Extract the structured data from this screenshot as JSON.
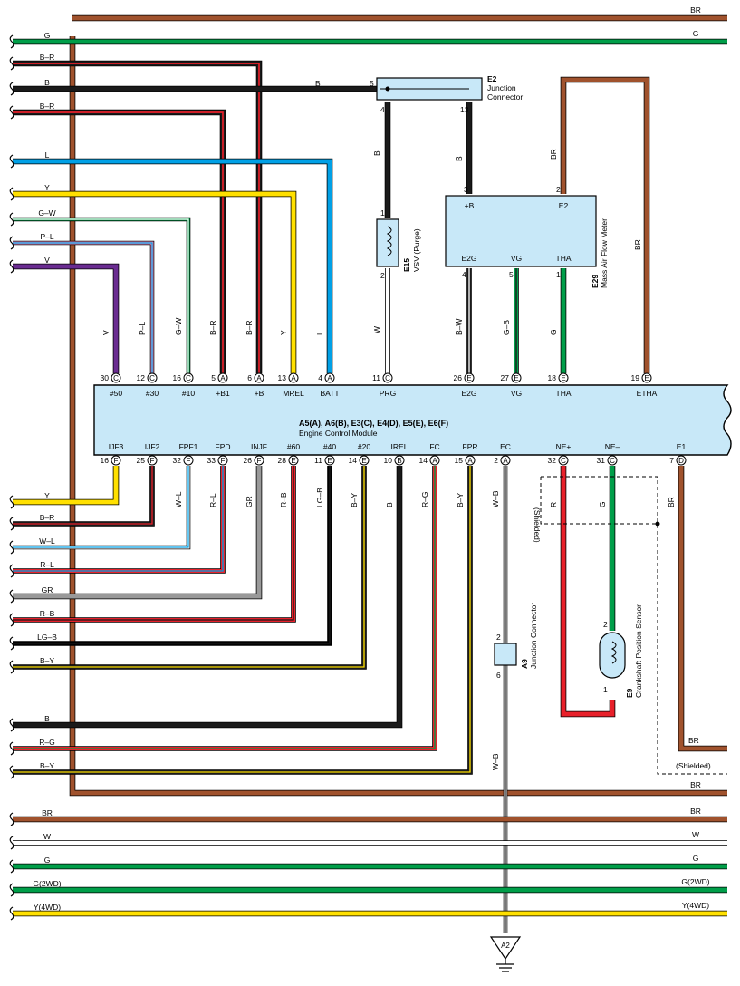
{
  "colors": {
    "BR": "#a0522d",
    "G": "#009e49",
    "B": "#1a1a1a",
    "L": "#00a0e6",
    "Y": "#ffe000",
    "V": "#6a2c91",
    "R": "#e8202a",
    "GR": "#999999",
    "W": "#ffffff",
    "P": "#f28fc0",
    "component": "#c8e8f8"
  },
  "ecm": {
    "name": "A5(A), A6(B), E3(C), E4(D), E5(E), E6(F)",
    "desc": "Engine Control Module",
    "top_pins": [
      {
        "num": "30",
        "c": "C",
        "term": "#50",
        "wire": "V"
      },
      {
        "num": "12",
        "c": "C",
        "term": "#30",
        "wire": "P–L"
      },
      {
        "num": "16",
        "c": "C",
        "term": "#10",
        "wire": "G–W"
      },
      {
        "num": "5",
        "c": "A",
        "term": "+B1",
        "wire": "B–R"
      },
      {
        "num": "6",
        "c": "A",
        "term": "+B",
        "wire": "B–R"
      },
      {
        "num": "13",
        "c": "A",
        "term": "MREL",
        "wire": "Y"
      },
      {
        "num": "4",
        "c": "A",
        "term": "BATT",
        "wire": "L"
      },
      {
        "num": "11",
        "c": "C",
        "term": "PRG",
        "wire": "W"
      },
      {
        "num": "26",
        "c": "E",
        "term": "E2G",
        "wire": "B–W"
      },
      {
        "num": "27",
        "c": "E",
        "term": "VG",
        "wire": "G–B"
      },
      {
        "num": "18",
        "c": "E",
        "term": "THA",
        "wire": "G"
      },
      {
        "num": "19",
        "c": "E",
        "term": "ETHA",
        "wire": "BR"
      }
    ],
    "bot_pins": [
      {
        "num": "16",
        "c": "F",
        "term": "IJF3",
        "wire": ""
      },
      {
        "num": "25",
        "c": "F",
        "term": "IJF2",
        "wire": ""
      },
      {
        "num": "32",
        "c": "F",
        "term": "FPF1",
        "wire": "W–L"
      },
      {
        "num": "33",
        "c": "F",
        "term": "FPD",
        "wire": "R–L"
      },
      {
        "num": "26",
        "c": "F",
        "term": "INJF",
        "wire": "GR"
      },
      {
        "num": "28",
        "c": "E",
        "term": "#60",
        "wire": "R–B"
      },
      {
        "num": "11",
        "c": "E",
        "term": "#40",
        "wire": "LG–B"
      },
      {
        "num": "14",
        "c": "E",
        "term": "#20",
        "wire": "B–Y"
      },
      {
        "num": "10",
        "c": "B",
        "term": "IREL",
        "wire": "B"
      },
      {
        "num": "14",
        "c": "A",
        "term": "FC",
        "wire": "R–G"
      },
      {
        "num": "15",
        "c": "A",
        "term": "FPR",
        "wire": "B–Y"
      },
      {
        "num": "2",
        "c": "A",
        "term": "EC",
        "wire": "W–B"
      },
      {
        "num": "32",
        "c": "C",
        "term": "NE+",
        "wire": "R"
      },
      {
        "num": "31",
        "c": "C",
        "term": "NE–",
        "wire": "G"
      },
      {
        "num": "7",
        "c": "D",
        "term": "E1",
        "wire": "BR"
      }
    ]
  },
  "left_top": [
    "G",
    "B–R",
    "B",
    "B–R",
    "L",
    "Y",
    "G–W",
    "P–L",
    "V"
  ],
  "left_bot": [
    "Y",
    "B–R",
    "W–L",
    "R–L",
    "GR",
    "R–B",
    "LG–B",
    "B–Y",
    "B",
    "R–G",
    "B–Y"
  ],
  "right_labels": {
    "top1": "BR",
    "top2": "G",
    "shielded_right": "BR",
    "bottom": [
      "BR",
      "BR",
      "W",
      "G",
      "G(2WD)",
      "Y(4WD)"
    ]
  },
  "bottom_left_labels": [
    "BR",
    "W",
    "G",
    "G(2WD)",
    "Y(4WD)"
  ],
  "wire_labels": {
    "b_top": "B",
    "e15_in": "B",
    "e15_out": "W",
    "e29_in": "B",
    "e29_br": "BR",
    "etha_br": "BR",
    "a9": "W–B",
    "e1": "BR",
    "ne_plus": "R",
    "ne_minus": "G"
  },
  "e2": {
    "id": "E2",
    "name": "Junction",
    "name2": "Connector",
    "pin_in": "5",
    "pin_a": "4",
    "pin_b": "13"
  },
  "e15": {
    "id": "E15",
    "name": "VSV (Purge)",
    "pin1": "1",
    "pin2": "2"
  },
  "e29": {
    "id": "E29",
    "name": "Mass Air Flow Meter",
    "terms": [
      "+B",
      "E2",
      "E2G",
      "VG",
      "THA"
    ],
    "pins": [
      "3",
      "2",
      "4",
      "5",
      "1"
    ]
  },
  "a9": {
    "id": "A9",
    "name": "Junction Connector",
    "pin_a": "2",
    "pin_b": "6"
  },
  "e9": {
    "id": "E9",
    "name": "Crankshaft Position Sensor",
    "pin_a": "2",
    "pin_b": "1"
  },
  "shielded": "(Shielded)",
  "ground": "A2"
}
